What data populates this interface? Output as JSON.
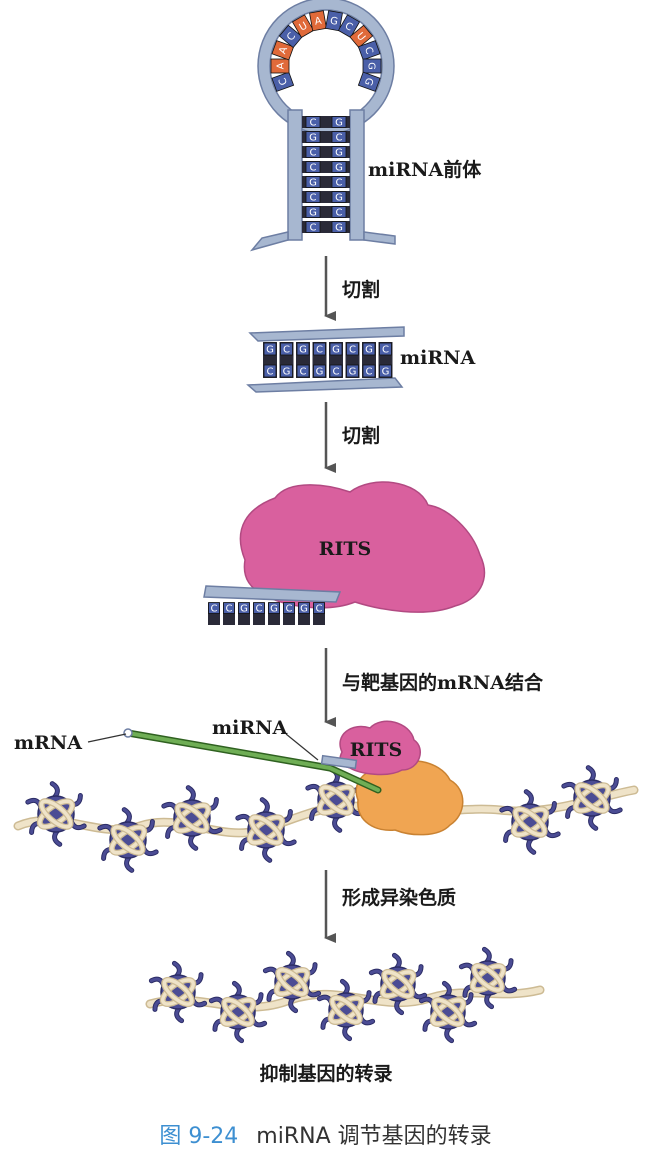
{
  "labels": {
    "precursor": "miRNA前体",
    "cut1": "切割",
    "mirna": "miRNA",
    "cut2": "切割",
    "rits": "RITS",
    "bind": "与靶基因的mRNA结合",
    "mrna": "mRNA",
    "mirna2": "miRNA",
    "rits2": "RITS",
    "hetero": "形成异染色质",
    "suppress": "抑制基因的转录"
  },
  "loop_bases": [
    "C",
    "A",
    "A",
    "C",
    "U",
    "A",
    "G",
    "C",
    "U",
    "C",
    "G",
    "G"
  ],
  "stem_pairs": [
    [
      "C",
      "G"
    ],
    [
      "G",
      "C"
    ],
    [
      "C",
      "G"
    ],
    [
      "C",
      "G"
    ],
    [
      "G",
      "C"
    ],
    [
      "C",
      "G"
    ],
    [
      "G",
      "C"
    ],
    [
      "C",
      "G"
    ]
  ],
  "mirna_top": [
    "G",
    "C",
    "G",
    "C",
    "G",
    "C",
    "G",
    "C"
  ],
  "mirna_bottom": [
    "C",
    "G",
    "C",
    "G",
    "C",
    "G",
    "C",
    "G"
  ],
  "rits_bases": [
    "C",
    "C",
    "G",
    "C",
    "G",
    "C",
    "G",
    "C"
  ],
  "colors": {
    "strand": "#a7b7d0",
    "base_dark": "#2a2a38",
    "base_blue": "#4a5fa8",
    "base_orange": "#e06a3a",
    "rits_pink": "#d9609e",
    "orange_protein": "#f0a552",
    "mrna_green": "#4f8f3a",
    "nucleosome": "#4b4c94",
    "dna_tan": "#efe3c8",
    "arrow": "#555555",
    "caption_blue": "#3d8fd1"
  },
  "caption": {
    "number": "图 9-24",
    "text": "miRNA 调节基因的转录"
  }
}
